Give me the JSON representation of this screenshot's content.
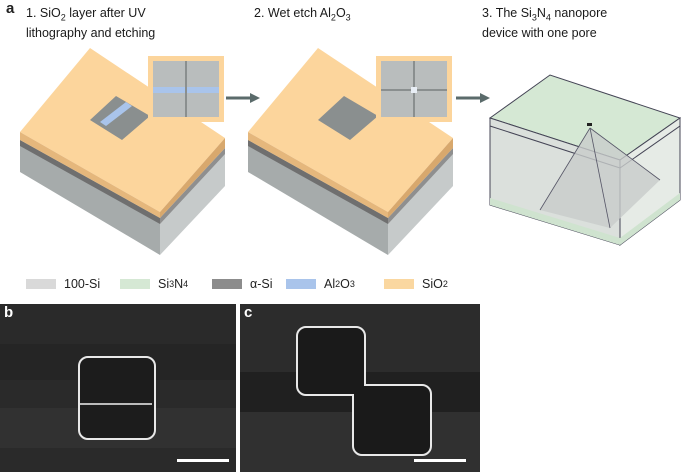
{
  "panel_a": {
    "letter": "a",
    "steps": [
      {
        "num": "1.",
        "line1_pre": "SiO",
        "line1_sub": "2",
        "line1_post": " layer after UV",
        "line2": "lithography and etching"
      },
      {
        "num": "2.",
        "line1_pre": "Wet etch Al",
        "line1_sub": "2",
        "line1_mid": "O",
        "line1_sub2": "3"
      },
      {
        "num": "3.",
        "line1_pre": "The Si",
        "line1_sub": "3",
        "line1_mid": "N",
        "line1_sub2": "4",
        "line1_post": " nanopore",
        "line2": "device with one pore"
      }
    ]
  },
  "legend": [
    {
      "label_pre": "100-Si",
      "color": "#d9d9d9"
    },
    {
      "label_pre": "Si",
      "sub1": "3",
      "mid": "N",
      "sub2": "4",
      "color": "#d5e8d4"
    },
    {
      "label_pre": "α-Si",
      "color": "#8c8c8c"
    },
    {
      "label_pre": "Al",
      "sub1": "2",
      "mid": "O",
      "sub2": "3",
      "color": "#a9c4eb"
    },
    {
      "label_pre": "SiO",
      "sub1": "2",
      "color": "#fad7a0"
    }
  ],
  "panel_b": {
    "letter": "b"
  },
  "panel_c": {
    "letter": "c"
  },
  "colors": {
    "sio2": "#fcd59c",
    "si": "#bfc3c3",
    "sin": "#cfe3cf",
    "al2o3": "#a9c4eb",
    "sem_bg": "#2a2a2a"
  }
}
